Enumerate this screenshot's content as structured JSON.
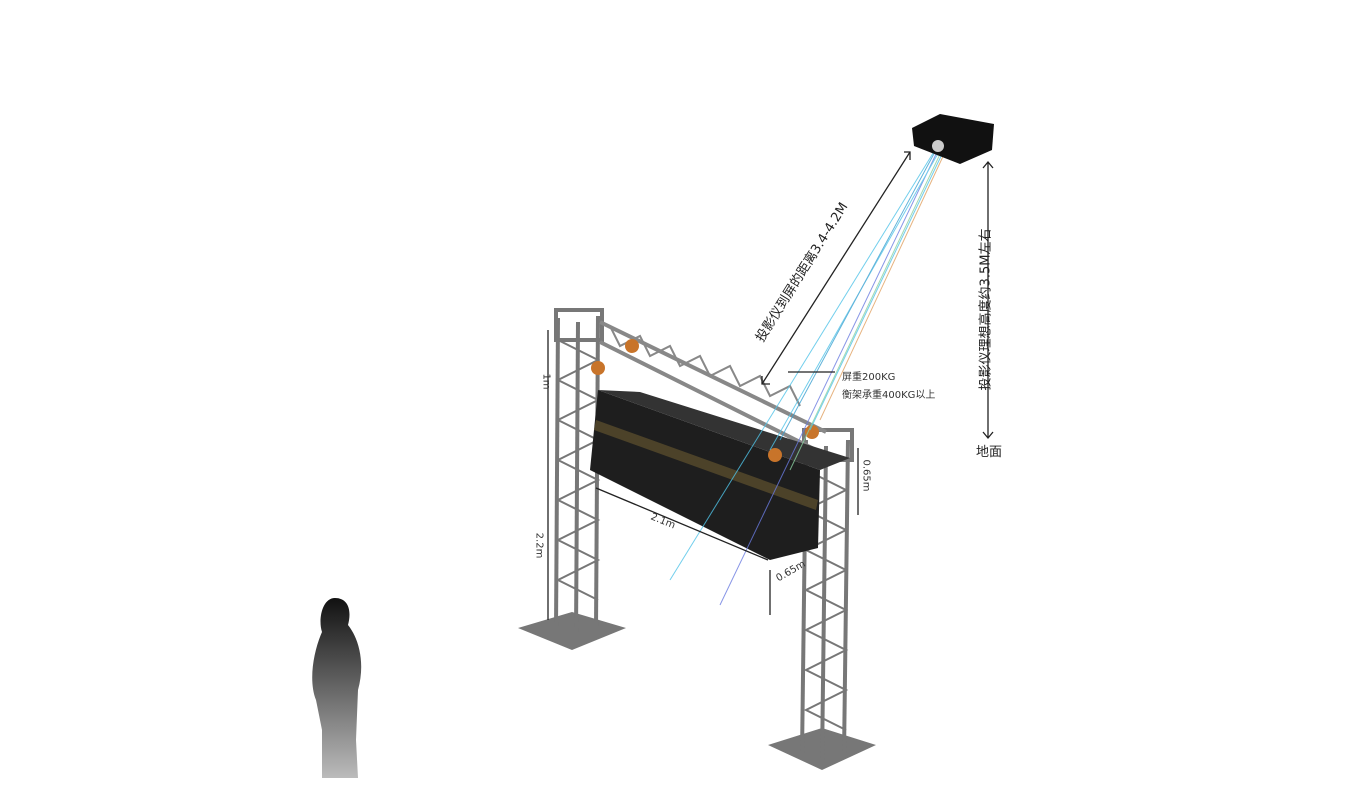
{
  "labels": {
    "projector_distance": "投影仪到屏的距离3.4-4.2M",
    "projector_height": "投影仪理想高度约3.5M左右",
    "ground": "地面",
    "screen_weight": "屏重200KG",
    "truss_load": "衡架承重400KG以上",
    "screen_width": "2.1m",
    "screen_height": "0.65m",
    "screen_depth": "0.65m",
    "truss_top": "1m",
    "clearance": "2.2m"
  },
  "colors": {
    "truss": "#8a8a8a",
    "screen": "#1e1e1e",
    "beam": "#4fc3e8",
    "person": "#222222"
  }
}
